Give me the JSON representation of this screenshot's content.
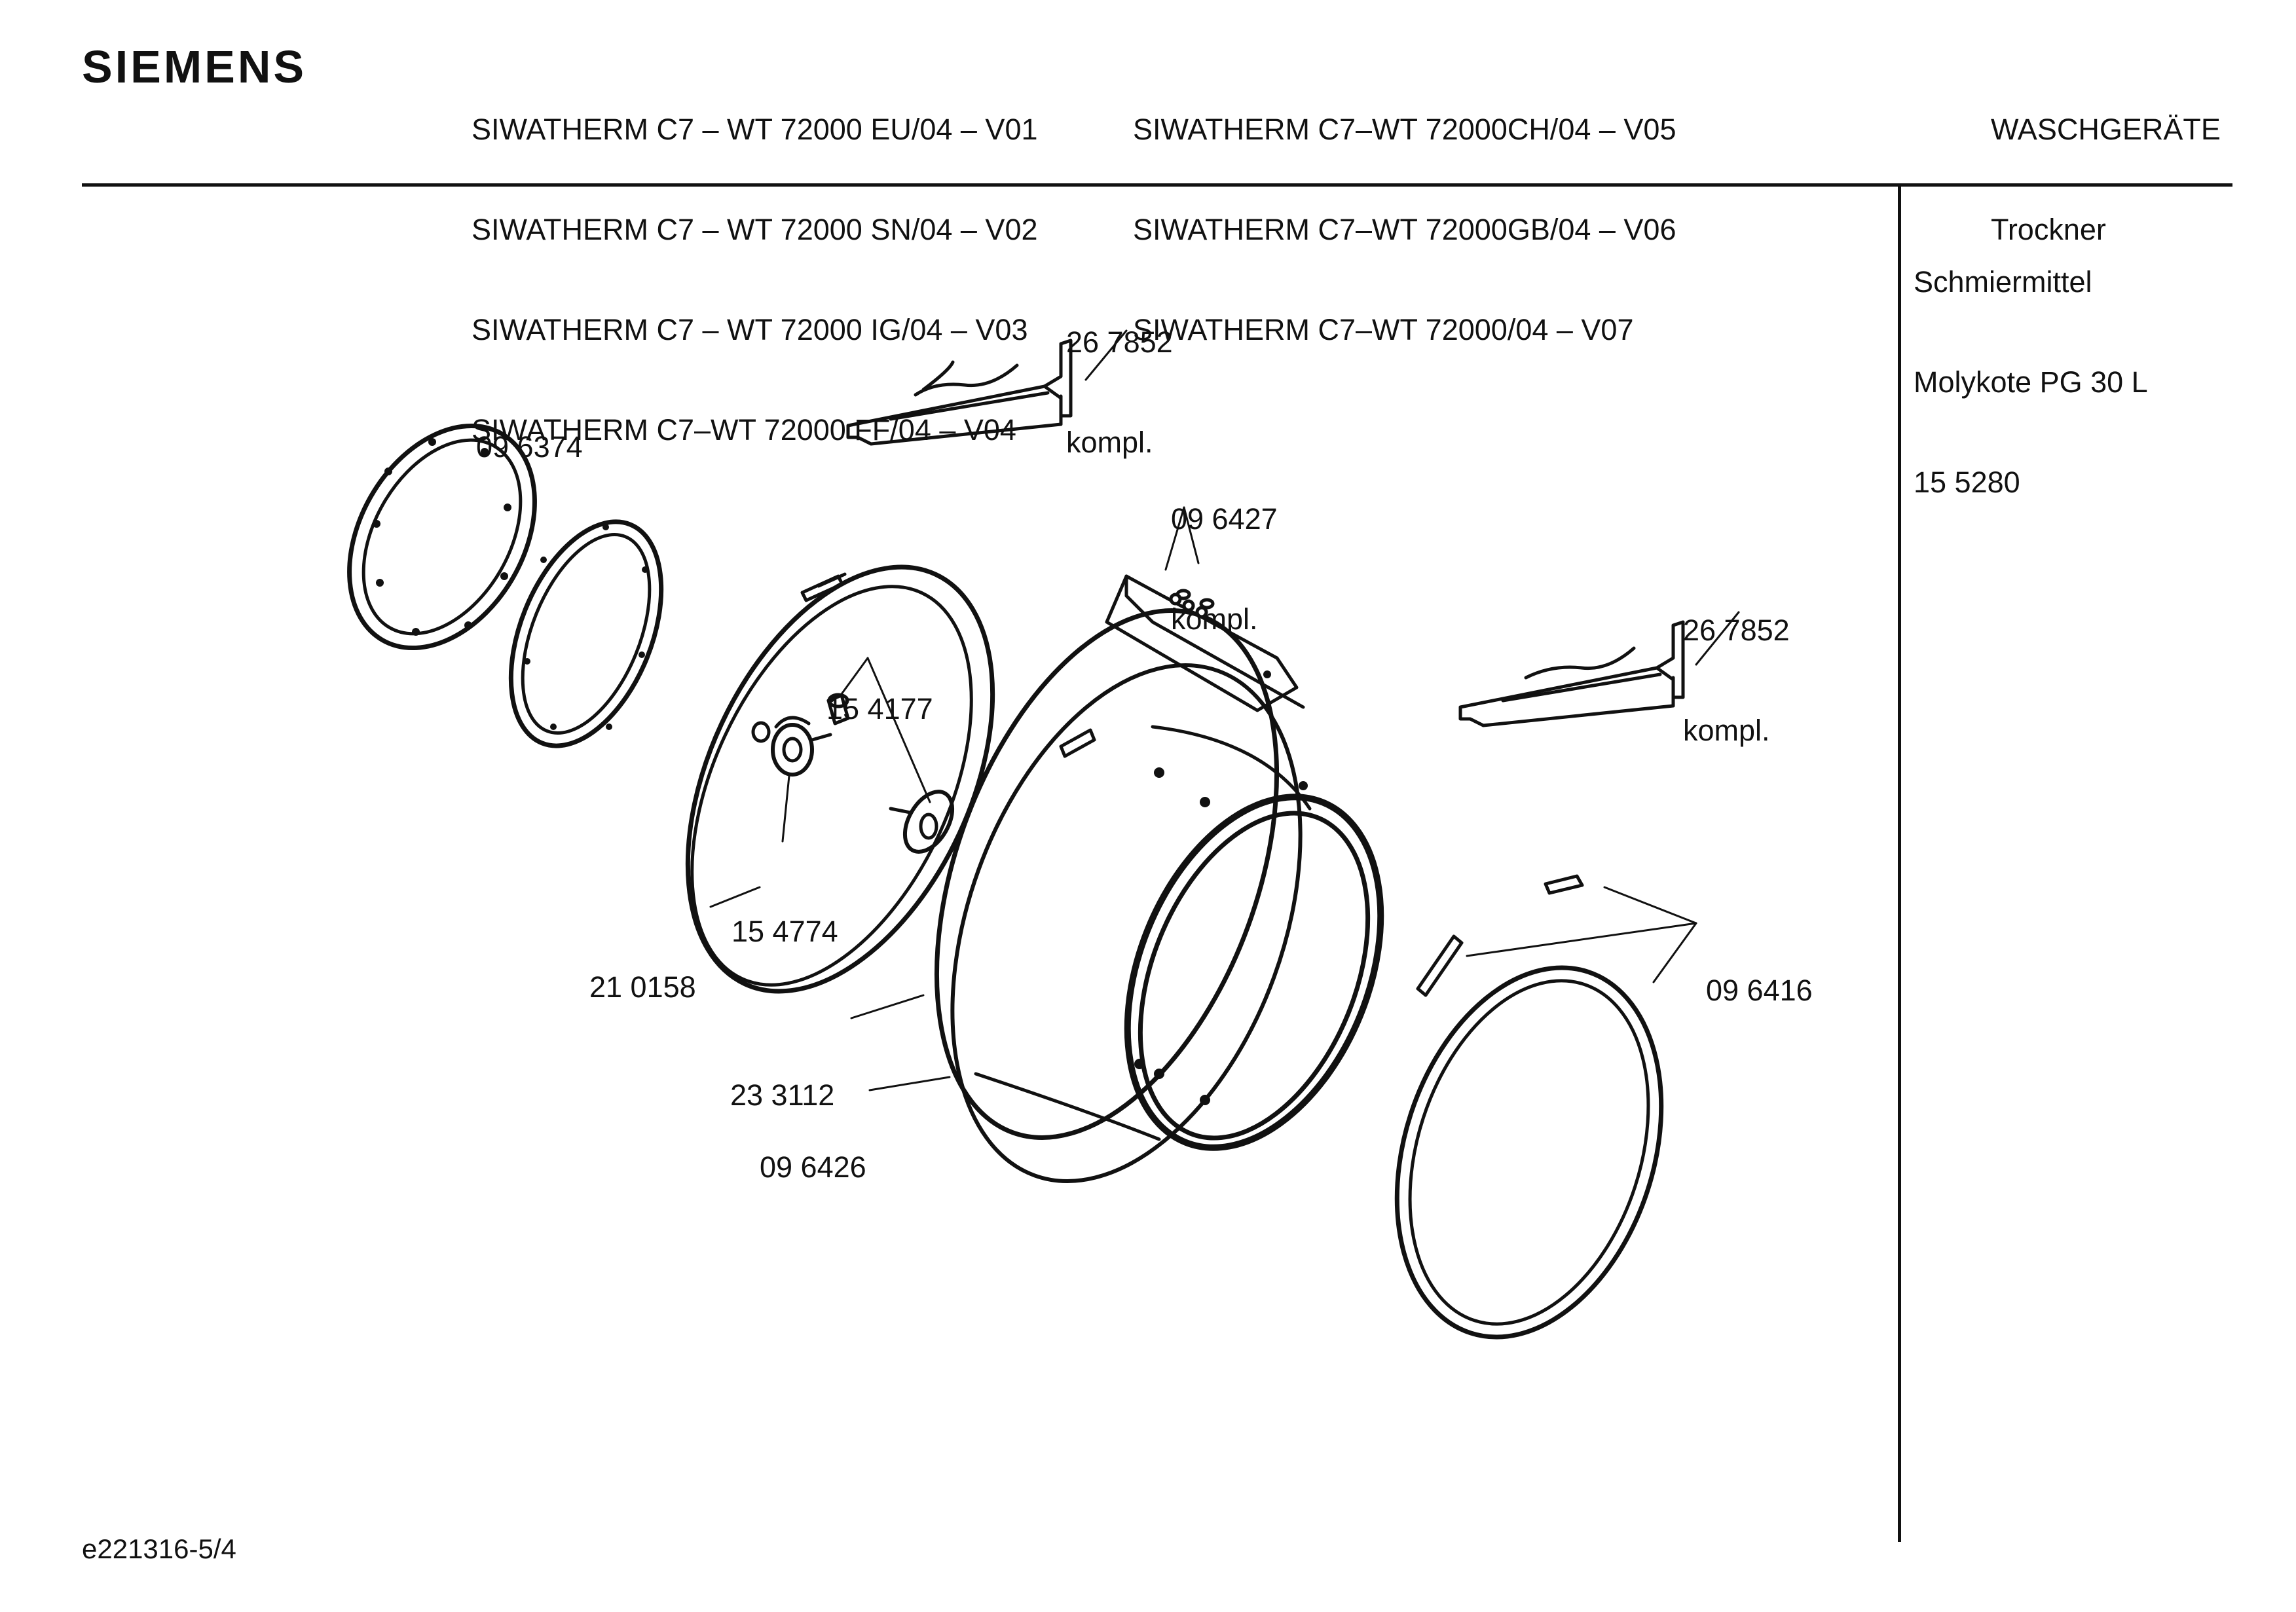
{
  "header": {
    "brand": "SIEMENS",
    "models_col1": [
      "SIWATHERM C7 – WT 72000 EU/04 – V01",
      "SIWATHERM C7 – WT 72000 SN/04 – V02",
      "SIWATHERM C7 – WT 72000 IG/04 – V03",
      "SIWATHERM C7–WT 72000 FF/04 – V04"
    ],
    "models_col2": [
      "SIWATHERM C7–WT 72000CH/04 – V05",
      "SIWATHERM C7–WT 72000GB/04 – V06",
      "SIWATHERM C7–WT 72000/04 – V07"
    ],
    "category": [
      "WASCHGERÄTE",
      "Trockner"
    ]
  },
  "sidebar": {
    "lines": [
      "Schmiermittel",
      "Molykote PG 30 L",
      "15 5280"
    ]
  },
  "parts": [
    {
      "number": "26 7852",
      "note": "kompl."
    },
    {
      "number": "09 6374",
      "note": ""
    },
    {
      "number": "09 6427",
      "note": "kompl."
    },
    {
      "number": "26 7852",
      "note": "kompl."
    },
    {
      "number": "15 4177",
      "note": ""
    },
    {
      "number": "15 4774",
      "note": ""
    },
    {
      "number": "21 0158",
      "note": ""
    },
    {
      "number": "09 6416",
      "note": ""
    },
    {
      "number": "23 3112",
      "note": ""
    },
    {
      "number": "09 6426",
      "note": ""
    }
  ],
  "footer": {
    "drawing_id": "e221316-5/4"
  }
}
